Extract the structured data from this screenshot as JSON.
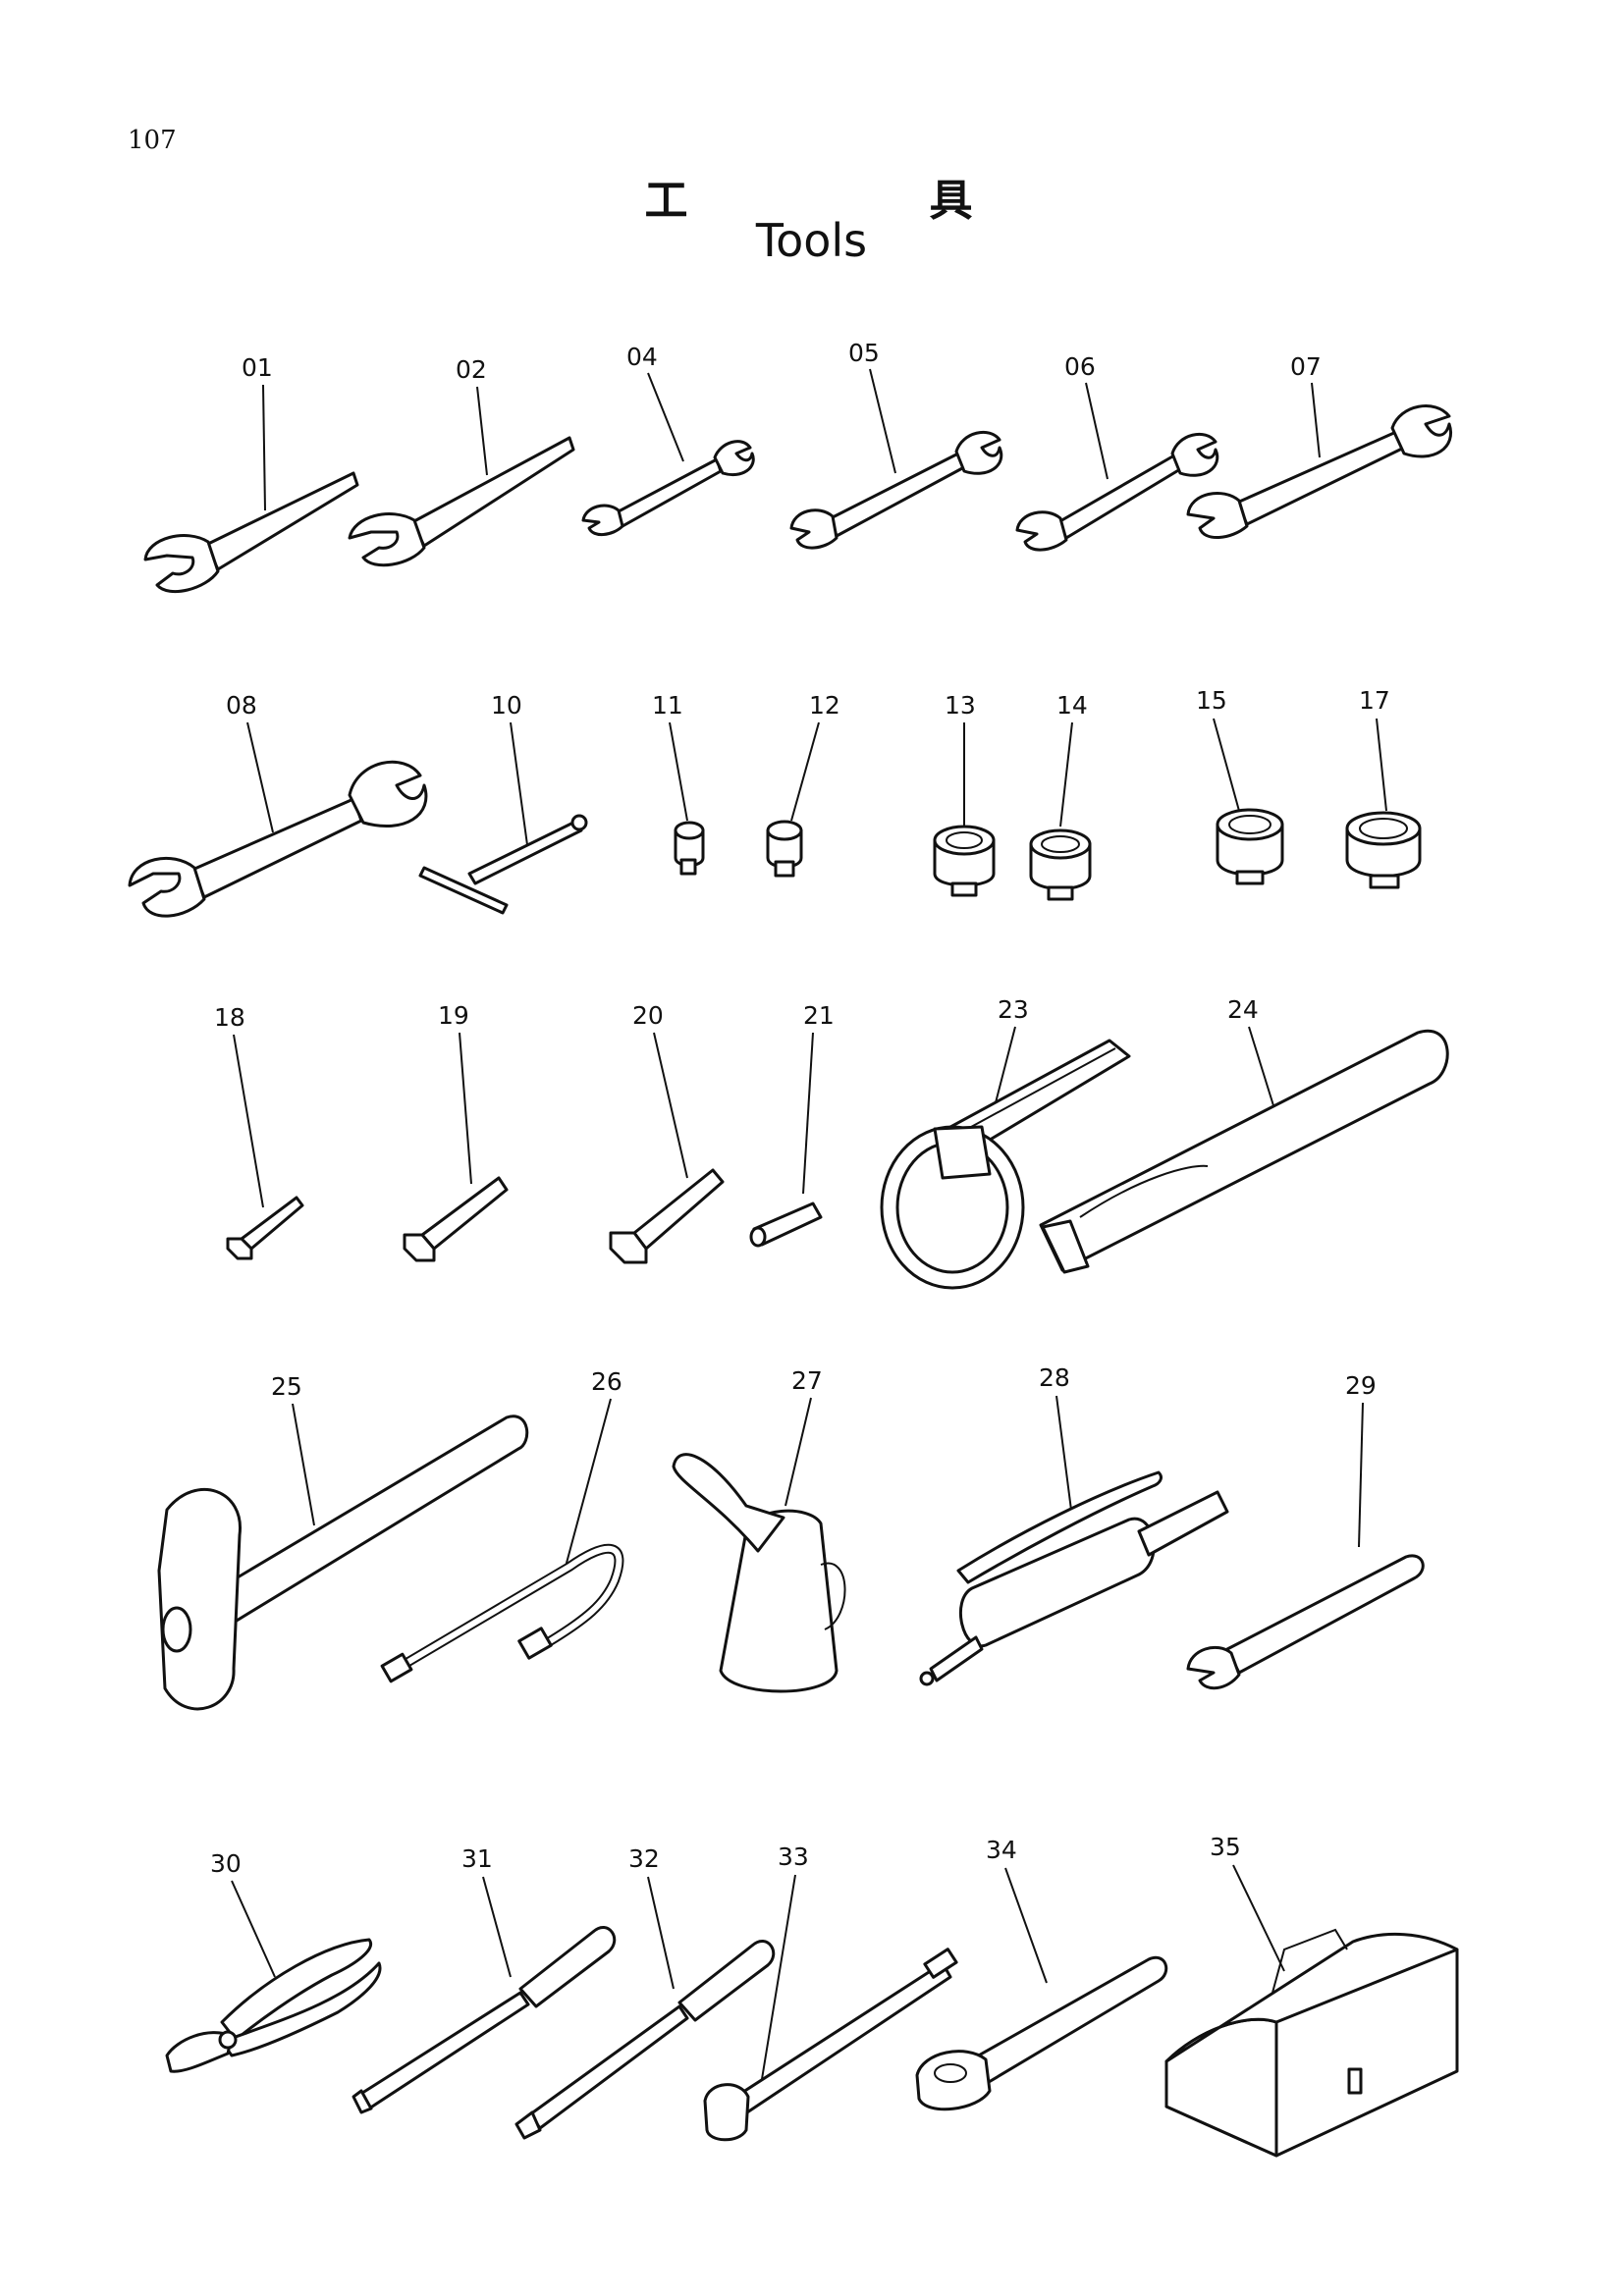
{
  "page_number": "107",
  "title_jp_1": "工",
  "title_jp_2": "具",
  "title_en": "Tools",
  "parts": {
    "p01": "01",
    "p02": "02",
    "p04": "04",
    "p05": "05",
    "p06": "06",
    "p07": "07",
    "p08": "08",
    "p10": "10",
    "p11": "11",
    "p12": "12",
    "p13": "13",
    "p14": "14",
    "p15": "15",
    "p17": "17",
    "p18": "18",
    "p19": "19",
    "p20": "20",
    "p21": "21",
    "p23": "23",
    "p24": "24",
    "p25": "25",
    "p26": "26",
    "p27": "27",
    "p28": "28",
    "p29": "29",
    "p30": "30",
    "p31": "31",
    "p32": "32",
    "p33": "33",
    "p34": "34",
    "p35": "35"
  }
}
